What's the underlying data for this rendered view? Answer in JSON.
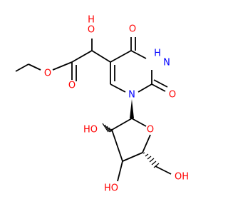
{
  "molecule": {
    "atom_labels": {
      "o_hydroxy_top": "O",
      "h_hydroxy_top": "H",
      "o_ester": "O",
      "o_carbonyl_ester": "O",
      "o_c4": "O",
      "nh_label": "H",
      "n3": "N",
      "n1": "N",
      "o_c2": "O",
      "o_ring": "O",
      "ho_2prime": "HO",
      "ho_3prime": "HO",
      "oh_5prime": "OH"
    },
    "colors": {
      "bond": "#000000",
      "oxygen": "#ff0000",
      "nitrogen": "#0000ff"
    }
  }
}
